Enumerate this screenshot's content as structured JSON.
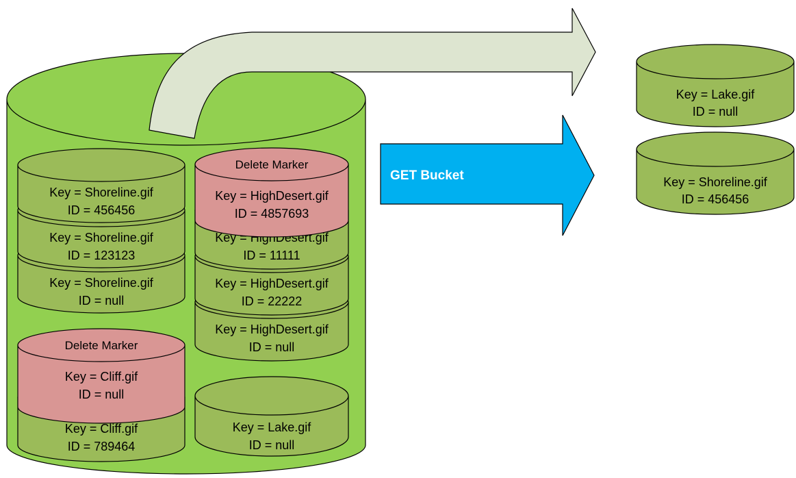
{
  "colors": {
    "bucket": "#92d050",
    "version_object": "#9bbb59",
    "delete_marker": "#d99694",
    "outline": "#000000",
    "request_arrow": "#00b0f0",
    "result_arrow": "#dde5d0"
  },
  "request": {
    "label": "GET Bucket"
  },
  "bucket": {
    "stacks": [
      {
        "objects": [
          {
            "kind": "version",
            "key": "Key = Shoreline.gif",
            "id": "ID = 456456"
          },
          {
            "kind": "version",
            "key": "Key = Shoreline.gif",
            "id": "ID = 123123"
          },
          {
            "kind": "version",
            "key": "Key = Shoreline.gif",
            "id": "ID = null"
          }
        ]
      },
      {
        "objects": [
          {
            "kind": "delete_marker",
            "header": "Delete Marker",
            "key": "Key = HighDesert.gif",
            "id": "ID = 4857693"
          },
          {
            "kind": "version",
            "key": "Key = HighDesert.gif",
            "id": "ID = 11111"
          },
          {
            "kind": "version",
            "key": "Key = HighDesert.gif",
            "id": "ID = 22222"
          },
          {
            "kind": "version",
            "key": "Key = HighDesert.gif",
            "id": "ID = null"
          }
        ]
      },
      {
        "objects": [
          {
            "kind": "delete_marker",
            "header": "Delete Marker",
            "key": "Key = Cliff.gif",
            "id": "ID = null"
          },
          {
            "kind": "version",
            "key": "Key = Cliff.gif",
            "id": "ID = 789464"
          }
        ]
      },
      {
        "objects": [
          {
            "kind": "version",
            "key": "Key = Lake.gif",
            "id": "ID = null"
          }
        ]
      }
    ]
  },
  "result": {
    "objects": [
      {
        "key": "Key = Lake.gif",
        "id": "ID = null"
      },
      {
        "key": "Key = Shoreline.gif",
        "id": "ID = 456456"
      }
    ]
  }
}
